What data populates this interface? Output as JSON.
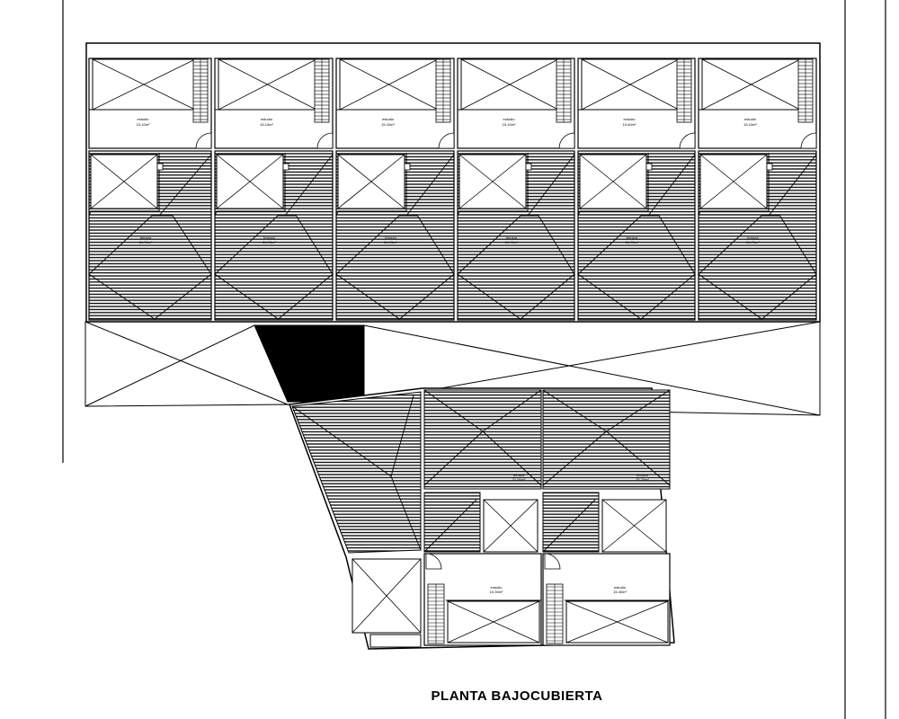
{
  "drawing": {
    "title": "PLANTA BAJOCUBIERTA",
    "line_color": "#000000",
    "fill_color": "#000000",
    "top_units": [
      {
        "room": "estudio",
        "room_area": "15.10m²",
        "terrace": "terraza",
        "terrace_area": "34.70m²"
      },
      {
        "room": "estudio",
        "room_area": "15.10m²",
        "terrace": "terraza",
        "terrace_area": "34.70m²"
      },
      {
        "room": "estudio",
        "room_area": "15.10m²",
        "terrace": "terraza",
        "terrace_area": "34.70m²"
      },
      {
        "room": "estudio",
        "room_area": "15.10m²",
        "terrace": "terraza",
        "terrace_area": "34.70m²"
      },
      {
        "room": "estudio",
        "room_area": "15.60m²",
        "terrace": "terraza",
        "terrace_area": "34.70m²"
      },
      {
        "room": "estudio",
        "room_area": "16.10m²",
        "terrace": "terraza",
        "terrace_area": "34.70m²"
      }
    ],
    "bottom_units": [
      {
        "room": "estudio",
        "room_area": "15.30m²",
        "terrace": "terraza",
        "terrace_area": "21.00m²"
      },
      {
        "room": "estudio",
        "room_area": "15.40m²",
        "terrace": "terraza",
        "terrace_area": "25.20m²"
      }
    ]
  }
}
